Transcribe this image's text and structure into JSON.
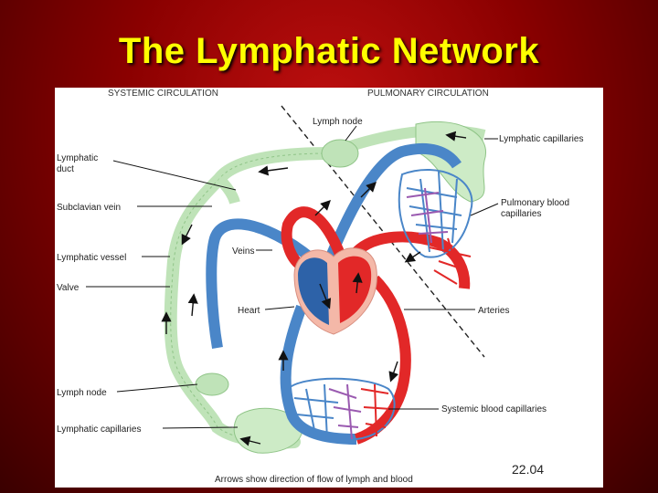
{
  "slide": {
    "title": "The Lymphatic Network"
  },
  "diagram": {
    "headers": {
      "systemic": "SYSTEMIC CIRCULATION",
      "pulmonary": "PULMONARY CIRCULATION"
    },
    "labels_left": {
      "lymphatic_duct_line1": "Lymphatic",
      "lymphatic_duct_line2": "duct",
      "subclavian_vein": "Subclavian vein",
      "lymphatic_vessel": "Lymphatic vessel",
      "valve": "Valve",
      "lymph_node": "Lymph node",
      "lymphatic_capillaries": "Lymphatic capillaries"
    },
    "labels_right": {
      "lymph_node_top": "Lymph node",
      "lymphatic_capillaries": "Lymphatic capillaries",
      "pulmonary_line1": "Pulmonary blood",
      "pulmonary_line2": "capillaries",
      "arteries": "Arteries",
      "systemic_capillaries": "Systemic blood capillaries"
    },
    "labels_center": {
      "veins": "Veins",
      "heart": "Heart"
    },
    "caption": "Arrows show direction of flow of lymph and blood",
    "figure_number": "22.04",
    "colors": {
      "lymph": "#bfe3b8",
      "lymph_stroke": "#8fc487",
      "vein": "#4a86c8",
      "vein_dark": "#2d62a8",
      "artery": "#e22828",
      "heart_pink": "#f4b8a8",
      "capillary_purple": "#9a5ab0"
    }
  }
}
